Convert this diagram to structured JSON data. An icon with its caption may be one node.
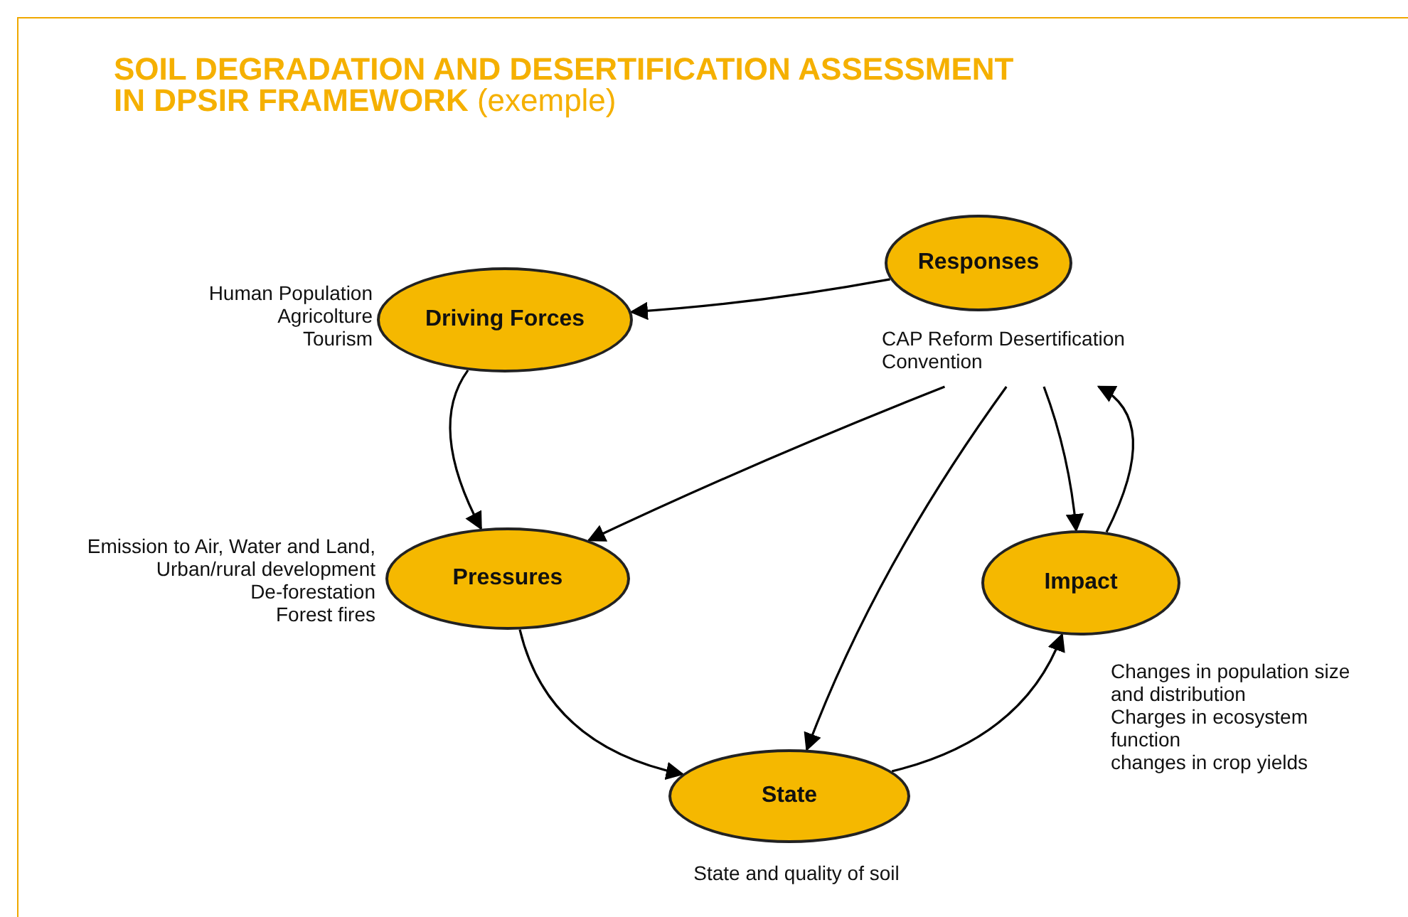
{
  "diagram": {
    "title": "**SOIL DEGRADATION AND DESERTIFICATION ASSESSMENT IN DPSIR FRAMEWORK** (exemple)",
    "nodes": [
      {
        "text": [
          "Responses"
        ],
        "beside": [
          "CAP Reform Desertification Convention"
        ]
      },
      {
        "text": [
          "Driving Forces"
        ],
        "beside": [
          "Human Population",
          "Agricolture",
          "Tourism"
        ]
      },
      {
        "text": [
          "Pressures"
        ],
        "beside": [
          "Emission to Air, Water and Land,",
          "Urban/rural development",
          "De-forestation",
          "Forest fires"
        ]
      },
      {
        "text": [
          "Impact"
        ],
        "beside": [
          "Changes in population size and distribution",
          "Charges in ecosystem function",
          "changes in crop yields"
        ]
      },
      {
        "text": [
          "State"
        ],
        "beside": [
          "State and quality of soil"
        ]
      }
    ],
    "edges": [
      {
        "from": 0,
        "to": 1,
        "arrow": "to"
      },
      {
        "from": 0,
        "to": 2,
        "arrow": "to"
      },
      {
        "from": 0,
        "to": 4,
        "arrow": "to"
      },
      {
        "from": 0,
        "to": 3,
        "arrow": "to"
      },
      {
        "from": 3,
        "to": 0,
        "arrow": "to"
      },
      {
        "from": 1,
        "to": 2,
        "arrow": "to"
      },
      {
        "from": 2,
        "to": 4,
        "arrow": "to"
      },
      {
        "from": 4,
        "to": 3,
        "arrow": "to"
      }
    ]
  }
}
